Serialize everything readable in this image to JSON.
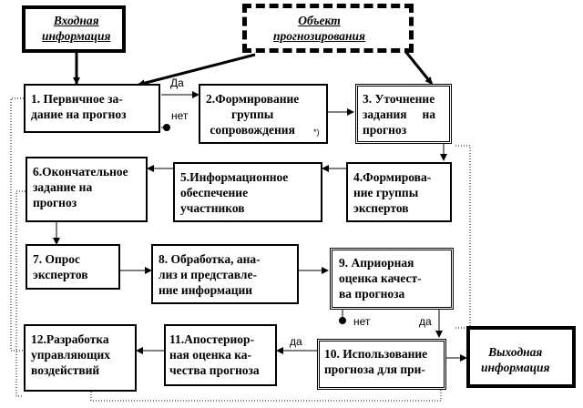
{
  "nodes": {
    "input": "Входная\nинформация",
    "object": "Объект\nпрогнозирования",
    "n1": "1. Первичное за-\nдание на прогноз",
    "n2": "2.Формирование\nгруппы\nсопровождения",
    "n2_note": "*)",
    "n3": "3. Уточнение\nзадания     на\nпрогноз",
    "n4": "4.Формирова-\nние группы\nэкспертов",
    "n5": "5.Информационное\nобеспечение\nучастников",
    "n6": "6.Окончательное\nзадание на\nпрогноз",
    "n7": "7. Опрос\nэкспертов",
    "n8": "8. Обработка, ана-\nлиз и представле-\nние информации",
    "n9": "9. Априорная\nоценка качест-\nва прогноза",
    "n10": "10. Использование\nпрогноза для при-",
    "n11": "11.Апостериор-\nная оценка ка-\nчества прогноза",
    "n12": "12.Разработка\nуправляющих\nвоздействий",
    "output": "Выходная\nинформация"
  },
  "labels": {
    "yes1": "Да",
    "no1": "нет",
    "no9": "нет",
    "yes9": "да",
    "yes10": "да"
  }
}
